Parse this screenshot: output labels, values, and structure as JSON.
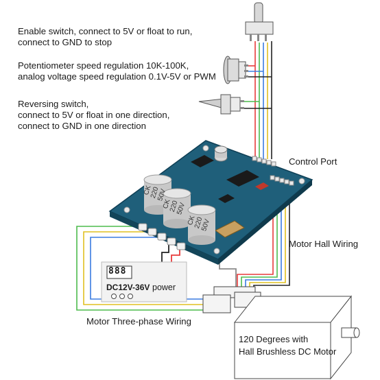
{
  "annotations": {
    "enable_switch": {
      "line1": "Enable switch, connect to 5V or float to run,",
      "line2": "connect to GND to stop"
    },
    "potentiometer": {
      "line1": "Potentiometer speed regulation 10K-100K,",
      "line2": "analog voltage speed regulation 0.1V-5V or PWM"
    },
    "reversing_switch": {
      "line1": "Reversing switch,",
      "line2": "connect to 5V or float in one direction,",
      "line3": "connect to GND in one direction"
    },
    "control_port": "Control Port",
    "motor_hall_wiring": "Motor Hall Wiring",
    "motor_three_phase": "Motor Three-phase Wiring"
  },
  "power_supply": {
    "display": "888",
    "range": "DC12V-36V",
    "label": "power"
  },
  "motor": {
    "line1": "120 Degrees with",
    "line2": "Hall Brushless DC Motor"
  },
  "capacitors": [
    {
      "line1": "CK",
      "line2": "220",
      "line3": "50V"
    },
    {
      "line1": "CK",
      "line2": "220",
      "line3": "50V"
    },
    {
      "line1": "CK",
      "line2": "220",
      "line3": "50V"
    }
  ],
  "colors": {
    "board": "#1f5f7a",
    "wire_red": "#e83a3a",
    "wire_green": "#4cbb4c",
    "wire_blue": "#3a7be0",
    "wire_yellow": "#e0c020",
    "wire_black": "#222222",
    "wire_gray": "#8a8a8a"
  }
}
